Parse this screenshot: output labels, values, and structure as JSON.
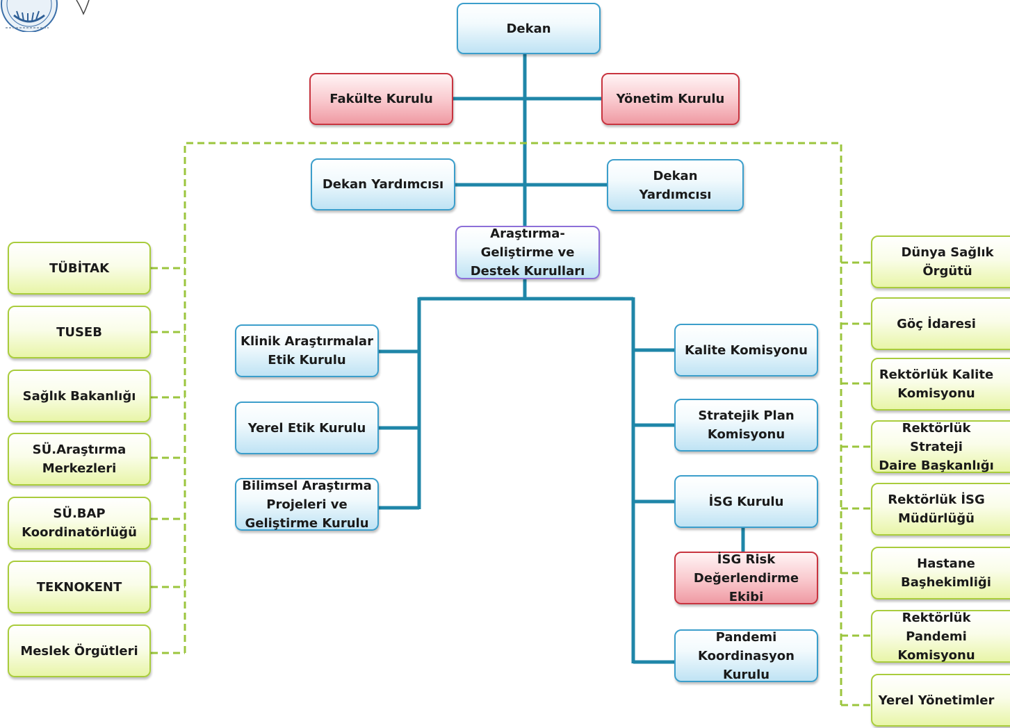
{
  "top": {
    "dekan": "Dekan",
    "fakulte_kurulu": "Fakülte Kurulu",
    "yonetim_kurulu": "Yönetim Kurulu",
    "dekan_yardimcisi_left": "Dekan Yardımcısı",
    "dekan_yardimcisi_right": "Dekan\nYardımcısı",
    "arastirma": "Araştırma-\nGeliştirme ve\nDestek Kurulları"
  },
  "left_committees": [
    "Klinik Araştırmalar\nEtik Kurulu",
    "Yerel Etik Kurulu",
    "Bilimsel Araştırma\nProjeleri  ve\nGeliştirme Kurulu"
  ],
  "right_committees": {
    "kalite": "Kalite Komisyonu",
    "stratejik": "Stratejik Plan\nKomisyonu",
    "isg": "İSG Kurulu",
    "isg_risk": "İSG Risk\nDeğerlendirme Ekibi",
    "pandemi": "Pandemi\nKoordinasyon Kurulu"
  },
  "external_left": [
    "TÜBİTAK",
    "TUSEB",
    "Sağlık Bakanlığı",
    "SÜ.Araştırma\nMerkezleri",
    "SÜ.BAP\nKoordinatörlüğü",
    "TEKNOKENT",
    "Meslek Örgütleri"
  ],
  "external_right": [
    "Dünya Sağlık Örgütü",
    "Göç İdaresi",
    "Rektörlük Kalite\nKomisyonu",
    "Rektörlük Strateji\nDaire Başkanlığı",
    "Rektörlük İSG\nMüdürlüğü",
    "Hastane Başhekimliği",
    "Rektörlük Pandemi\nKomisyonu",
    "Yerel Yönetimler"
  ],
  "colors": {
    "solid_connector": "#1f86a8",
    "dashed_connector": "#9bc53d",
    "blue_border": "#3b9ecb",
    "red_border": "#c8343f",
    "green_border": "#a9cc3c"
  }
}
